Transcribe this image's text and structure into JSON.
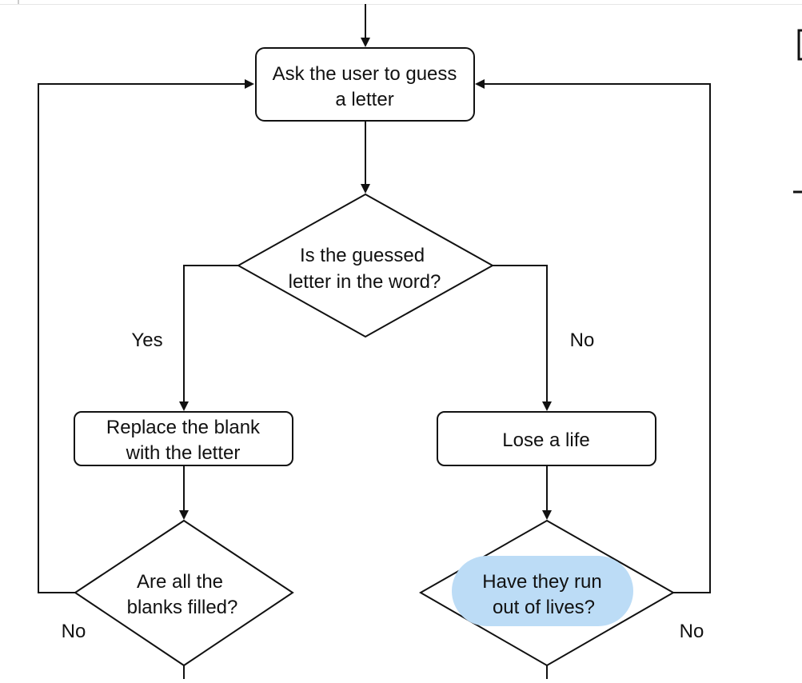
{
  "diagram": {
    "nodes": {
      "ask": {
        "lines": [
          "Ask the user to guess",
          "a letter"
        ]
      },
      "guessed_in_word": {
        "lines": [
          "Is the guessed",
          "letter in the word?"
        ]
      },
      "replace_blank": {
        "lines": [
          "Replace the blank",
          "with the letter"
        ]
      },
      "lose_life": {
        "lines": [
          "Lose a life"
        ]
      },
      "all_filled": {
        "lines": [
          "Are all the",
          "blanks filled?"
        ]
      },
      "out_of_lives": {
        "lines": [
          "Have they run",
          "out of lives?"
        ]
      }
    },
    "edge_labels": {
      "yes": "Yes",
      "no_right": "No",
      "no_bottom_left": "No",
      "no_bottom_right": "No"
    },
    "colors": {
      "stroke": "#111111",
      "highlight": "#bcdcf6"
    }
  }
}
